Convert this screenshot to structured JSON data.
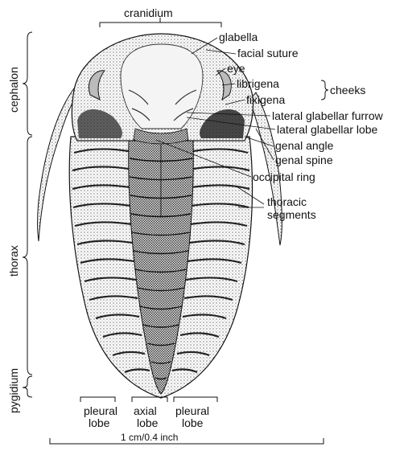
{
  "labels": {
    "cranidium": "cranidium",
    "glabella": "glabella",
    "facial_suture": "facial suture",
    "eye": "eye",
    "librigena": "librigena",
    "fixigena": "fixigena",
    "cheeks": "cheeks",
    "lateral_glabellar_furrow": "lateral glabellar furrow",
    "lateral_glabellar_lobe": "lateral glabellar lobe",
    "genal_angle": "genal angle",
    "genal_spine": "genal spine",
    "occipital_ring": "occipital ring",
    "thoracic": "thoracic",
    "segments": "segments",
    "cephalon": "cephalon",
    "thorax": "thorax",
    "pygidium": "pygidium",
    "pleural_left_1": "pleural",
    "pleural_left_2": "lobe",
    "axial_1": "axial",
    "axial_2": "lobe",
    "pleural_right_1": "pleural",
    "pleural_right_2": "lobe",
    "scale": "1 cm/0.4 inch"
  },
  "colors": {
    "ink": "#111111",
    "shade": "#3a3a3a",
    "paper": "#ffffff"
  }
}
